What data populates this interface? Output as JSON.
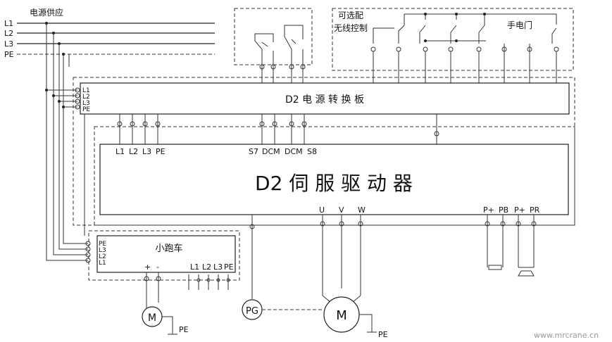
{
  "power_supply": {
    "title": "电源供应",
    "lines": [
      "L1",
      "L2",
      "L3",
      "PE"
    ]
  },
  "remote": {
    "label_line1": "可选配",
    "label_line2": "无线控制",
    "hand_door": "手电门"
  },
  "board": {
    "title": "D2 电 源 转 换 板",
    "side_pins": [
      "L1",
      "L2",
      "L3",
      "PE"
    ]
  },
  "drive": {
    "title": "D2 伺 服 驱 动 器",
    "top_pins": [
      "L1",
      "L2",
      "L3",
      "PE",
      "S7",
      "DCM",
      "DCM",
      "S8"
    ],
    "motor_pins": [
      "U",
      "V",
      "W"
    ],
    "brake_pins": [
      "P+",
      "PB",
      "P+",
      "PR"
    ]
  },
  "trolley": {
    "title": "小跑车",
    "side_pins": [
      "PE",
      "L3",
      "L2",
      "L1"
    ],
    "dc_pins": [
      "+",
      "-"
    ],
    "bottom_pins": [
      "L1",
      "L2",
      "L3",
      "PE"
    ]
  },
  "motors": {
    "small": "M",
    "main": "M",
    "encoder": "PG",
    "pe1": "PE",
    "pe2": "PE"
  },
  "watermark": "www.mrcrane.cn"
}
